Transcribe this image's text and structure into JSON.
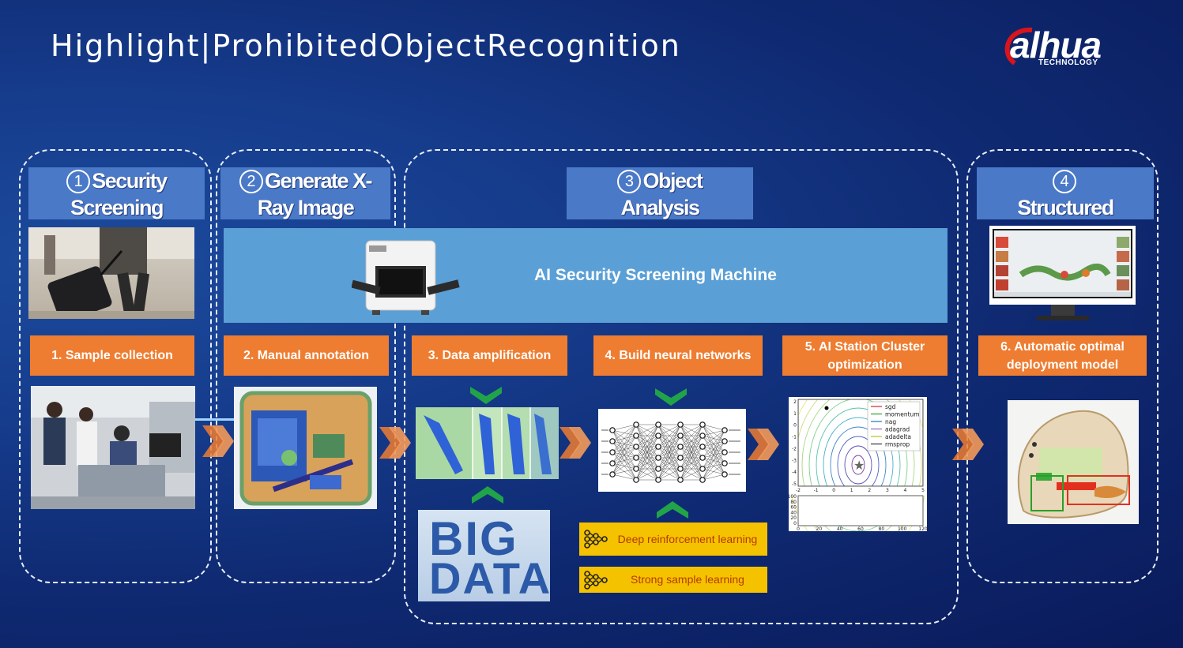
{
  "slide": {
    "title": "Highlight|ProhibitedObjectRecognition",
    "logo": {
      "brand": "alhua",
      "sub": "TECHNOLOGY"
    },
    "colors": {
      "background": "#163c8c",
      "stage_header": "#4a79c8",
      "step_box": "#ee7d31",
      "banner": "#5a9fd6",
      "tag": "#f5c200"
    }
  },
  "stages": [
    {
      "num": "1",
      "line1": "Security",
      "line2": "Screening"
    },
    {
      "num": "2",
      "line1": "Generate X-",
      "line2": "Ray Image"
    },
    {
      "num": "3",
      "line1": "Object",
      "line2": "Analysis"
    },
    {
      "num": "4",
      "line1": "",
      "line2": "Structured"
    }
  ],
  "banner": {
    "label": "AI Security Screening Machine"
  },
  "steps": [
    "1. Sample collection",
    "2. Manual annotation",
    "3. Data amplification",
    "4. Build neural networks",
    "5. AI Station Cluster optimization",
    "6. Automatic optimal deployment model"
  ],
  "bigdata": {
    "line1": "BIG",
    "line2": "DATA"
  },
  "tags": [
    {
      "label": "Deep reinforcement learning",
      "icon": "network-icon"
    },
    {
      "label": "Strong sample learning",
      "icon": "network-icon"
    }
  ],
  "plot": {
    "legend": [
      "sgd",
      "momentum",
      "nag",
      "adagrad",
      "adadelta",
      "rmsprop"
    ],
    "legend_colors": [
      "#d62728",
      "#2ca02c",
      "#1f77b4",
      "#9467bd",
      "#bcbd22",
      "#333333"
    ],
    "yticks_top": [
      "2",
      "1",
      "0",
      "-1",
      "-2",
      "-3",
      "-4",
      "-5"
    ],
    "xticks_top": [
      "-2",
      "-1",
      "0",
      "1",
      "2",
      "3",
      "4",
      "5"
    ],
    "yticks_bottom": [
      "100",
      "80",
      "60",
      "40",
      "20",
      "0"
    ],
    "xticks_bottom": [
      "0",
      "20",
      "40",
      "60",
      "80",
      "100",
      "120"
    ]
  }
}
